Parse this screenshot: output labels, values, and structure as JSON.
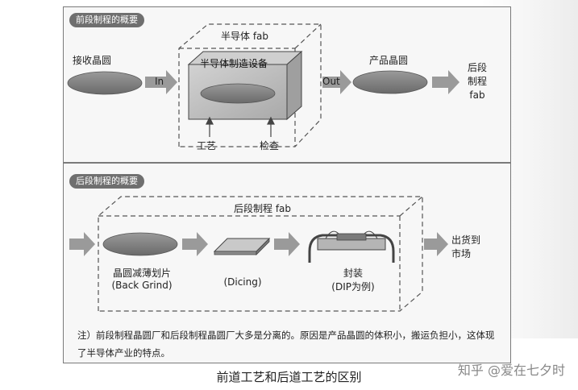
{
  "frontend": {
    "tag": "前段制程的概要",
    "fab_label": "半导体 fab",
    "input_label": "接收晶圆",
    "in_label": "In",
    "equipment_label": "半导体制造设备",
    "out_label": "Out",
    "product_label": "产品晶圆",
    "backend_label": "后段\n制程\nfab",
    "process_label": "工艺",
    "inspection_label": "检查"
  },
  "backend": {
    "tag": "后段制程的概要",
    "fab_label": "后段制程 fab",
    "step1_label": "晶圆减薄划片",
    "step1_sub": "(Back Grind)",
    "step2_label": "(Dicing)",
    "step3_label": "封装",
    "step3_sub": "(DIP为例)",
    "output_label": "出货到\n市场"
  },
  "note": "注）前段制程晶圆厂和后段制程晶圆厂大多是分离的。原因是产品晶圆的体积小，搬运负担小，这体现了半导体产业的特点。",
  "caption": "前道工艺和后道工艺的区别",
  "watermark": "知乎 @爱在七夕时",
  "colors": {
    "arrow": "#9a9a9a",
    "wafer": "#7d7d7d",
    "box": "#bdbdbd",
    "tag_bg": "#6f6f6f"
  }
}
